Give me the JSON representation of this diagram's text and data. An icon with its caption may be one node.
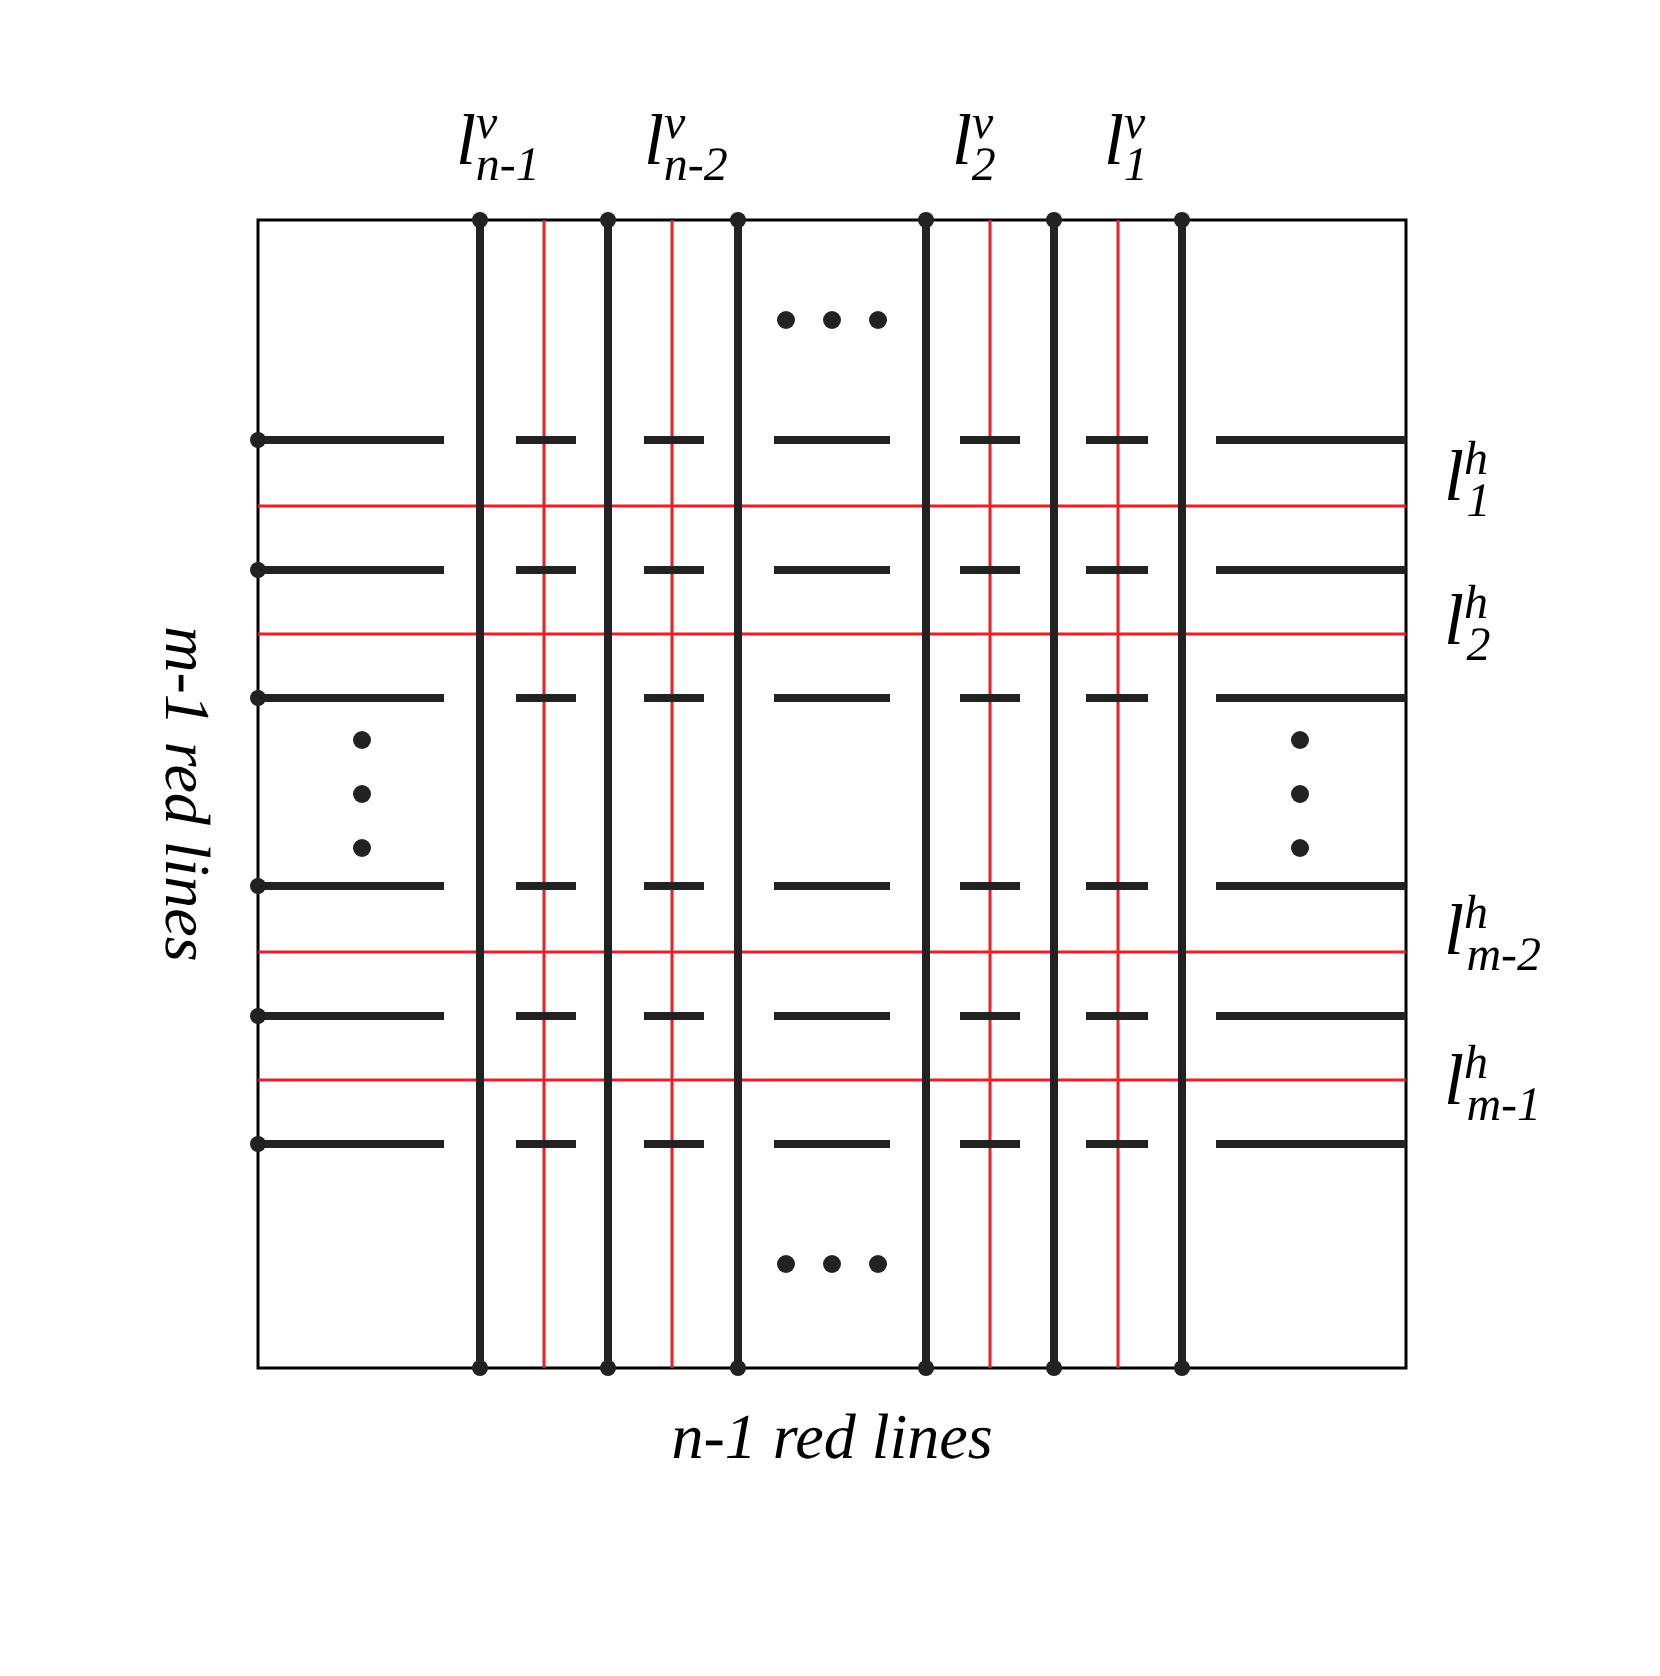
{
  "diagram": {
    "labels": [
      "*l*$^{v}$$_{n-1}$",
      "*l*$^{v}$$_{n-2}$",
      "*l*$^{v}$$_{2}$",
      "*l*$^{v}$$_{1}$",
      "*l*$^{h}$$_{1}$",
      "*l*$^{h}$$_{2}$",
      "*l*$^{h}$$_{m-2}$",
      "*l*$^{h}$$_{m-1}$",
      "m-1 red lines",
      "n-1 red lines"
    ]
  }
}
